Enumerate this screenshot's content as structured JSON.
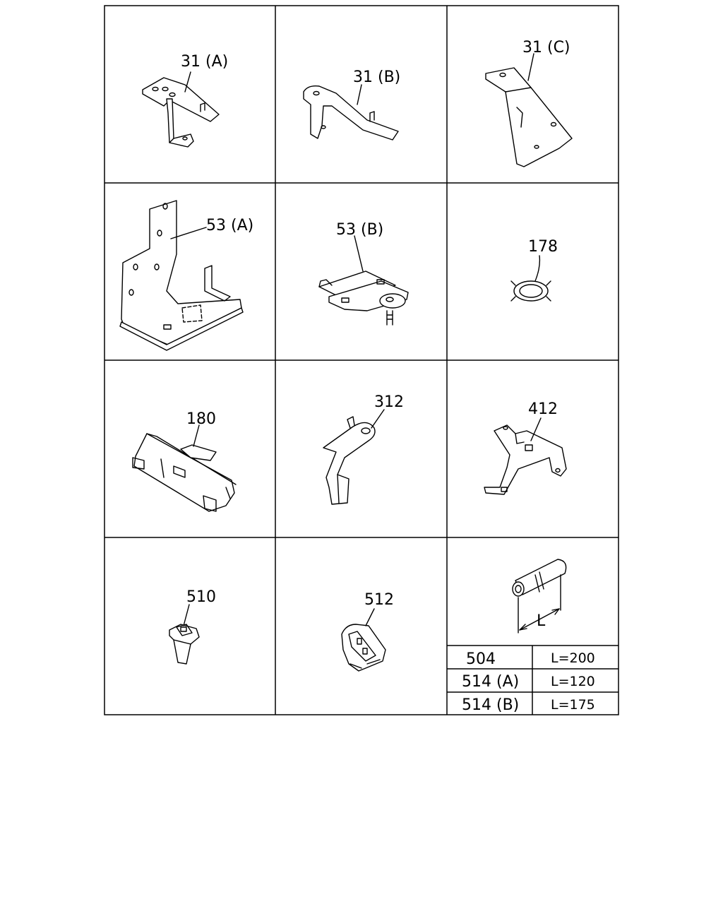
{
  "cells": [
    {
      "label": "31 (A)"
    },
    {
      "label": "31 (B)"
    },
    {
      "label": "31 (C)"
    },
    {
      "label": "53 (A)"
    },
    {
      "label": "53 (B)"
    },
    {
      "label": "178"
    },
    {
      "label": "180"
    },
    {
      "label": "312"
    },
    {
      "label": "412"
    },
    {
      "label": "510"
    },
    {
      "label": "512"
    }
  ],
  "tube": {
    "dimension_label": "L",
    "table": [
      {
        "part": "504",
        "length": "L=200"
      },
      {
        "part": "514 (A)",
        "length": "L=120"
      },
      {
        "part": "514 (B)",
        "length": "L=175"
      }
    ]
  }
}
